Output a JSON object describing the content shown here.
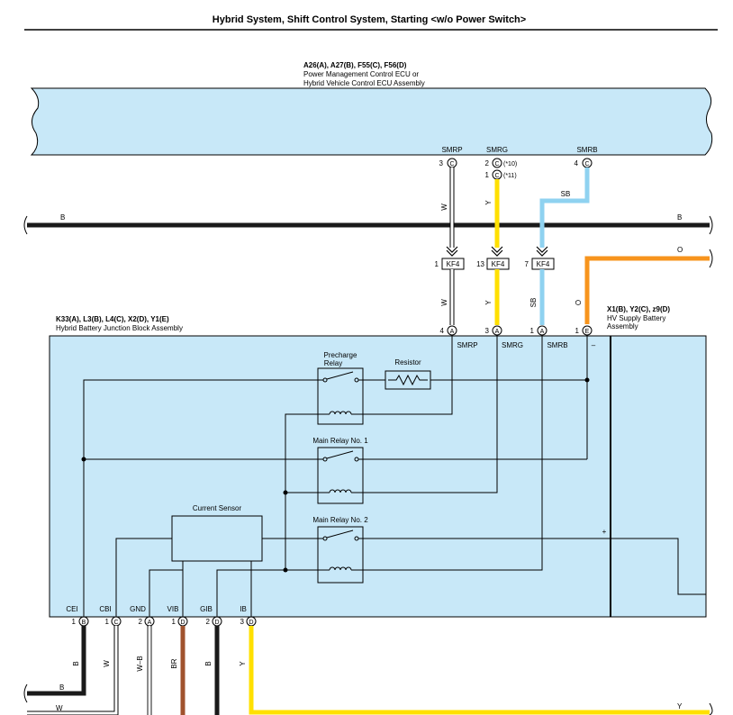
{
  "title": "Hybrid System, Shift Control System, Starting <w/o Power Switch>",
  "ecu": {
    "codes": "A26(A), A27(B), F55(C), F56(D)",
    "name_line1": "Power Management Control ECU or",
    "name_line2": "Hybrid Vehicle Control ECU Assembly",
    "pins": {
      "smrp": {
        "label": "SMRP",
        "num": "3",
        "conn": "C"
      },
      "smrg": {
        "label": "SMRG",
        "num1": "2",
        "num2": "1",
        "conn": "C",
        "note1": "(*10)",
        "note2": "(*11)"
      },
      "smrb": {
        "label": "SMRB",
        "num": "4",
        "conn": "C"
      }
    }
  },
  "bus_b": {
    "label": "B"
  },
  "wire_colors": {
    "w": "W",
    "y": "Y",
    "sb": "SB",
    "o": "O",
    "b": "B",
    "wb": "W–B",
    "br": "BR"
  },
  "kf4": {
    "smrp": {
      "num": "1",
      "label": "KF4"
    },
    "smrg": {
      "num": "13",
      "label": "KF4"
    },
    "smrb": {
      "num": "7",
      "label": "KF4"
    }
  },
  "junction": {
    "codes": "K33(A), L3(B), L4(C), X2(D), Y1(E)",
    "name": "Hybrid Battery Junction Block Assembly",
    "top_pins": [
      {
        "num": "4",
        "conn": "A",
        "label": "SMRP"
      },
      {
        "num": "3",
        "conn": "A",
        "label": "SMRG"
      },
      {
        "num": "1",
        "conn": "A",
        "label": "SMRB"
      },
      {
        "num": "1",
        "conn": "E",
        "label": "–"
      }
    ],
    "precharge_relay_line1": "Precharge",
    "precharge_relay_line2": "Relay",
    "resistor": "Resistor",
    "main_relay_1": "Main Relay No. 1",
    "main_relay_2": "Main Relay No. 2",
    "current_sensor": "Current Sensor",
    "plus": "+",
    "bottom_pins": [
      {
        "label": "CEI",
        "num": "1",
        "conn": "B"
      },
      {
        "label": "CBI",
        "num": "1",
        "conn": "C"
      },
      {
        "label": "GND",
        "num": "2",
        "conn": "A"
      },
      {
        "label": "VIB",
        "num": "1",
        "conn": "D"
      },
      {
        "label": "GIB",
        "num": "2",
        "conn": "D"
      },
      {
        "label": "IB",
        "num": "3",
        "conn": "D"
      }
    ]
  },
  "hv_battery": {
    "codes": "X1(B), Y2(C), z9(D)",
    "name_line1": "HV Supply Battery",
    "name_line2": "Assembly"
  },
  "colors": {
    "panel": "#c8e8f8",
    "white_wire": "#ffffff",
    "yellow": "#ffe000",
    "sky_blue": "#8fd2f0",
    "orange": "#f7941d",
    "brown": "#a0522d",
    "black": "#1a1a1a"
  }
}
